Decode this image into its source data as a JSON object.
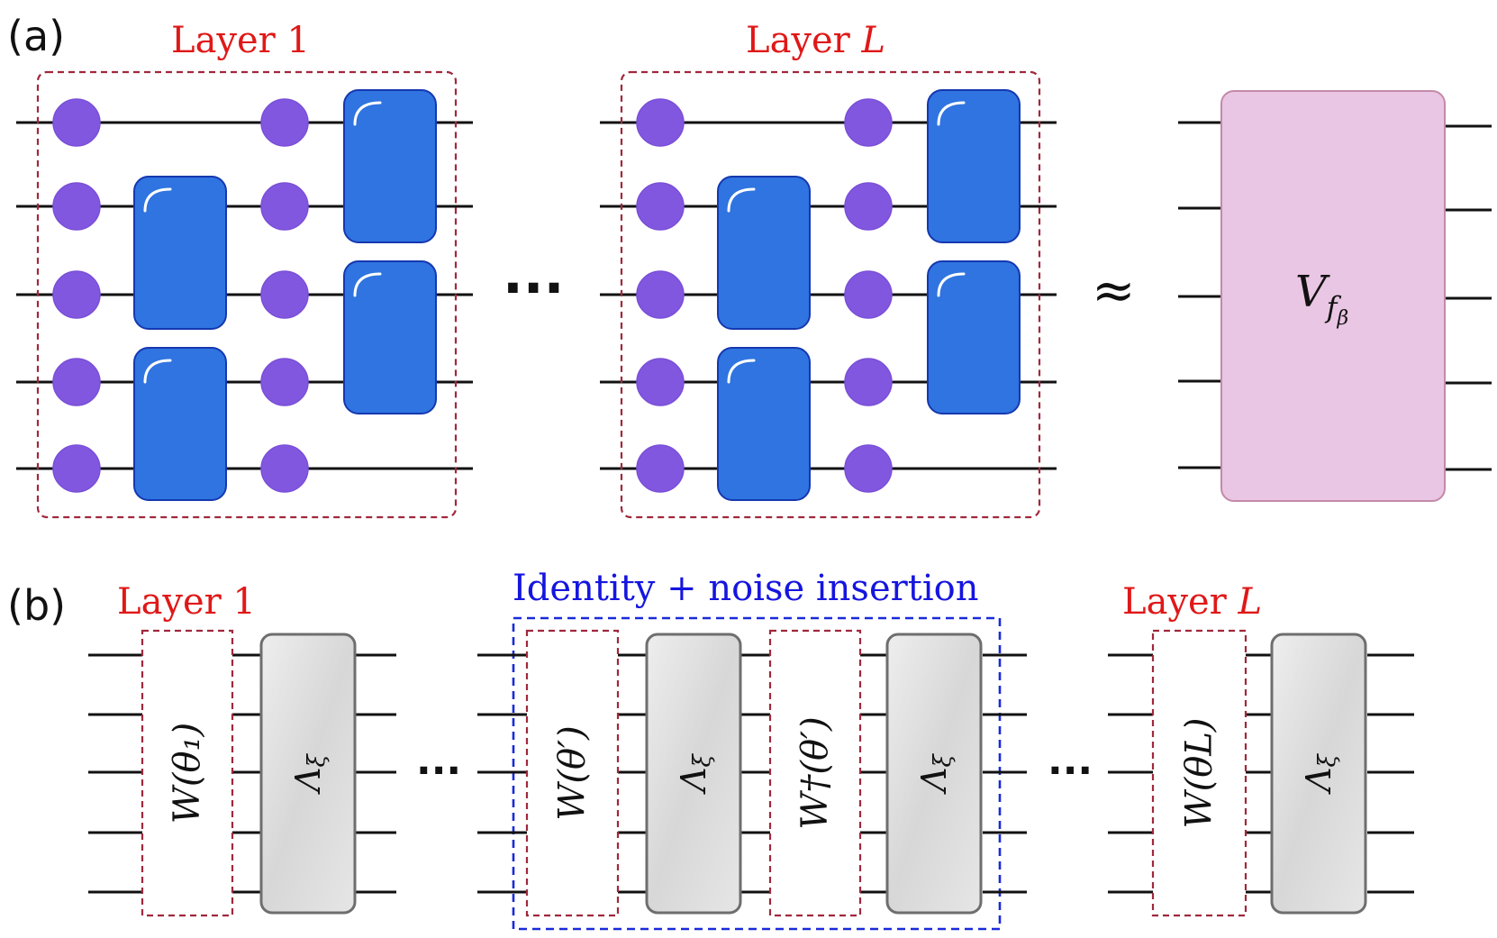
{
  "panel_a": {
    "label": "(a)",
    "layer_first": "Layer 1",
    "layer_last_prefix": "Layer ",
    "layer_last_var": "L",
    "dots": "···",
    "approx": "≈",
    "target_main": "V",
    "target_sub": "f",
    "target_subsub": "β",
    "target_color": "#e9c6e3"
  },
  "panel_b": {
    "label": "(b)",
    "layer_first": "Layer 1",
    "insertion": "Identity + noise insertion",
    "layer_last_prefix": "Layer ",
    "layer_last_var": "L",
    "dots": "···",
    "unitary_first": "W(θ₁)",
    "unitary_prime": "W(θ′)",
    "unitary_dagger": "W†(θ′)",
    "unitary_last": "W(θL)",
    "noise_main": "Λ",
    "noise_sub": "ξ"
  },
  "colors": {
    "layer_label": "#e01818",
    "insertion_label": "#1515e0",
    "single_qubit_gate": "#8257e0",
    "two_qubit_gate": "#2f74e0",
    "noise_channel": "#dcdcdc"
  },
  "icons": {
    "single_qubit_gate": "purple-circle",
    "two_qubit_gate": "blue-rounded-rectangle",
    "noise_channel": "gray-textured-rectangle"
  }
}
